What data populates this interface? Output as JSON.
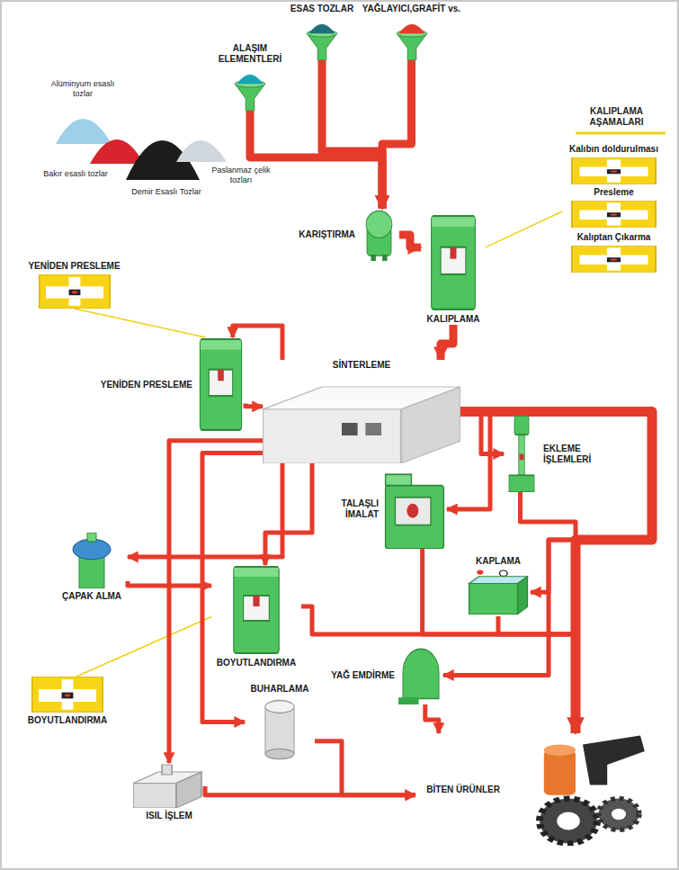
{
  "diagram": {
    "nodes": [
      {
        "text": [
          "ALAŞIM ELEMENTLERİ"
        ]
      },
      {
        "text": [
          "ESAS TOZLAR"
        ]
      },
      {
        "text": [
          "YAĞLAYICI,GRAFİT vs."
        ]
      },
      {
        "text": [
          "Kalıbın doldurulması"
        ]
      },
      {
        "text": [
          "Presleme"
        ]
      },
      {
        "text": [
          "Kalıptan Çıkarma"
        ]
      },
      {
        "text": [
          "KARIŞTIRMA"
        ]
      },
      {
        "text": [
          "KALIPLAMA"
        ]
      },
      {
        "text": [
          "YENİDEN PRESLEME"
        ]
      },
      {
        "text": [
          "YENİDEN PRESLEME"
        ]
      },
      {
        "text": [
          "SİNTERLEME"
        ]
      },
      {
        "text": [
          "EKLEME İŞLEMLERİ"
        ]
      },
      {
        "text": [
          "TALAŞLI İMALAT"
        ]
      },
      {
        "text": [
          "ÇAPAK ALMA"
        ]
      },
      {
        "text": [
          "KAPLAMA"
        ]
      },
      {
        "text": [
          "BOYUTLANDIRMA"
        ]
      },
      {
        "text": [
          "BOYUTLANDIRMA"
        ]
      },
      {
        "text": [
          "YAĞ EMDİRME"
        ]
      },
      {
        "text": [
          "BUHARLAMA"
        ]
      },
      {
        "text": [
          "ISIL İŞLEM"
        ]
      },
      {
        "text": [
          "BİTEN ÜRÜNLER"
        ]
      }
    ],
    "edges": [
      {
        "from": 0,
        "to": 6,
        "arrow": "to"
      },
      {
        "from": 1,
        "to": 6,
        "arrow": "to"
      },
      {
        "from": 2,
        "to": 6,
        "arrow": "to"
      },
      {
        "from": 6,
        "to": 7,
        "arrow": "to"
      },
      {
        "from": 7,
        "to": 4,
        "arrow": "none"
      },
      {
        "from": 7,
        "to": 10,
        "arrow": "to"
      },
      {
        "from": 10,
        "to": 9,
        "arrow": "to"
      },
      {
        "from": 9,
        "to": 10,
        "arrow": "to"
      },
      {
        "from": 9,
        "to": 8,
        "arrow": "none"
      },
      {
        "from": 10,
        "to": 11,
        "arrow": "to"
      },
      {
        "from": 11,
        "to": 20,
        "arrow": "to"
      },
      {
        "from": 10,
        "to": 12,
        "arrow": "to"
      },
      {
        "from": 12,
        "to": 20,
        "arrow": "to"
      },
      {
        "from": 10,
        "to": 13,
        "arrow": "to"
      },
      {
        "from": 13,
        "to": 15,
        "arrow": "to"
      },
      {
        "from": 10,
        "to": 15,
        "arrow": "to"
      },
      {
        "from": 15,
        "to": 20,
        "arrow": "to"
      },
      {
        "from": 15,
        "to": 16,
        "arrow": "none"
      },
      {
        "from": 10,
        "to": 14,
        "arrow": "to"
      },
      {
        "from": 14,
        "to": 20,
        "arrow": "to"
      },
      {
        "from": 10,
        "to": 17,
        "arrow": "to"
      },
      {
        "from": 17,
        "to": 20,
        "arrow": "to"
      },
      {
        "from": 10,
        "to": 18,
        "arrow": "to"
      },
      {
        "from": 18,
        "to": 20,
        "arrow": "to"
      },
      {
        "from": 10,
        "to": 19,
        "arrow": "to"
      },
      {
        "from": 19,
        "to": 20,
        "arrow": "to"
      },
      {
        "from": 10,
        "to": 20,
        "arrow": "to"
      }
    ],
    "labels": [
      "KALIPLAMA AŞAMALARI",
      "Alüminyum esaslı tozlar",
      "Bakır esaslı tozlar",
      "Demir Esaslı Tozlar",
      "Paslanmaz çelik tozları"
    ]
  }
}
